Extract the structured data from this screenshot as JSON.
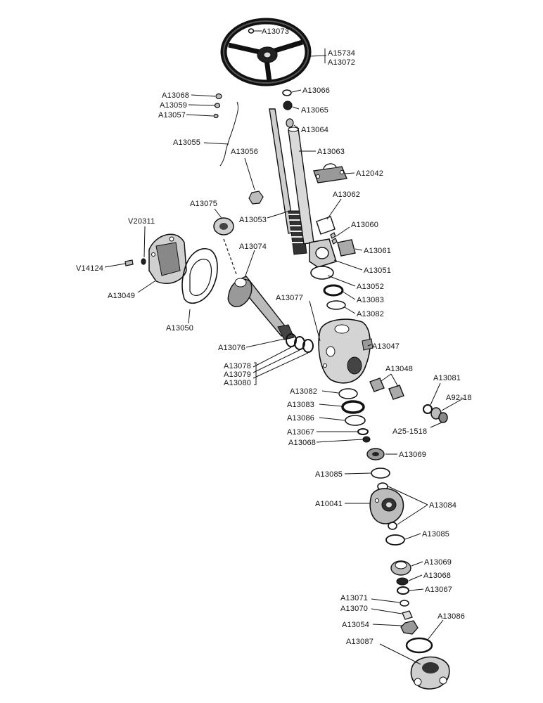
{
  "labels": {
    "a13073": "A13073",
    "a15734": "A15734",
    "a13072": "A13072",
    "a13068_top": "A13068",
    "a13059": "A13059",
    "a13057": "A13057",
    "a13066": "A13066",
    "a13065": "A13065",
    "a13064": "A13064",
    "a13055": "A13055",
    "a13056": "A13056",
    "a13063": "A13063",
    "a12042": "A12042",
    "a13062": "A13062",
    "a13075": "A13075",
    "v20311": "V20311",
    "a13053": "A13053",
    "a13060": "A13060",
    "a13061": "A13061",
    "v14124": "V14124",
    "a13074": "A13074",
    "a13051": "A13051",
    "a13052": "A13052",
    "a13049": "A13049",
    "a13083_top": "A13083",
    "a13077": "A13077",
    "a13082_top": "A13082",
    "a13050": "A13050",
    "a13047": "A13047",
    "a13076": "A13076",
    "a13078": "A13078",
    "a13079": "A13079",
    "a13080": "A13080",
    "a13048": "A13048",
    "a13081": "A13081",
    "a13082_mid": "A13082",
    "a92_18": "A92-18",
    "a13083_mid": "A13083",
    "a13086_mid": "A13086",
    "a25_1518": "A25-1518",
    "a13067_mid": "A13067",
    "a13068_mid": "A13068",
    "a13069_mid": "A13069",
    "a13085_top": "A13085",
    "a10041": "A10041",
    "a13084": "A13084",
    "a13085_bot": "A13085",
    "a13069_bot": "A13069",
    "a13068_bot": "A13068",
    "a13067_bot": "A13067",
    "a13071": "A13071",
    "a13070": "A13070",
    "a13054": "A13054",
    "a13086_bot": "A13086",
    "a13087": "A13087"
  }
}
